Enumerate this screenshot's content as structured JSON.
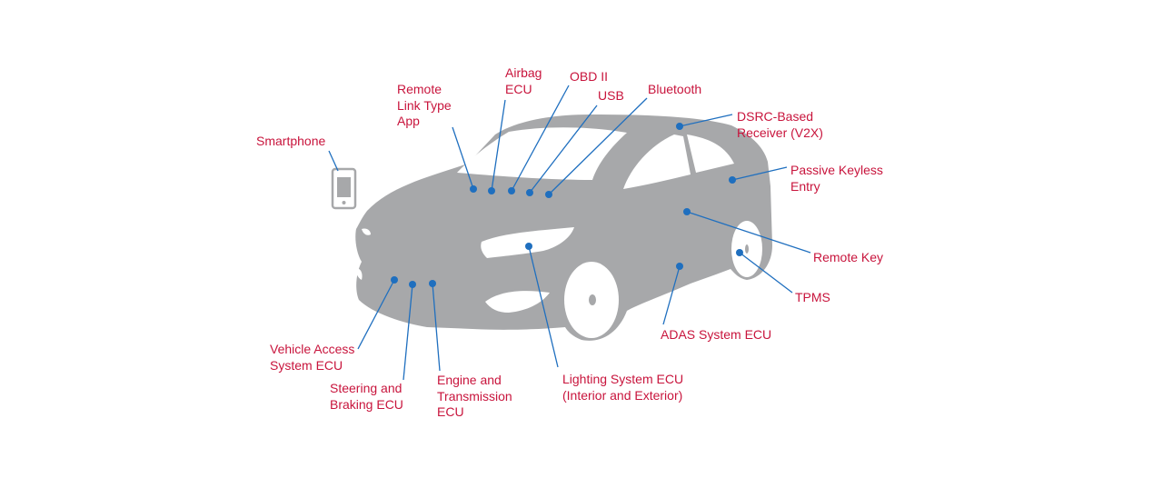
{
  "colors": {
    "label": "#c8143c",
    "dot": "#1f6fbf",
    "leader": "#1f6fbf",
    "car_body": "#a7a8aa",
    "window_glass": "#ffffff",
    "phone": "#a7a8aa"
  },
  "icons": {
    "device": "smartphone-icon",
    "vehicle": "car-illustration"
  },
  "labels": {
    "smartphone": [
      "Smartphone"
    ],
    "remote_link": [
      "Remote",
      "Link Type",
      "App"
    ],
    "airbag": [
      "Airbag",
      "ECU"
    ],
    "obd": [
      "OBD II"
    ],
    "usb": [
      "USB"
    ],
    "bluetooth": [
      "Bluetooth"
    ],
    "dsrc": [
      "DSRC-Based",
      "Receiver (V2X)"
    ],
    "passive_keyless": [
      "Passive Keyless",
      "Entry"
    ],
    "remote_key": [
      "Remote Key"
    ],
    "tpms": [
      "TPMS"
    ],
    "adas": [
      "ADAS System ECU"
    ],
    "lighting": [
      "Lighting System ECU",
      "(Interior and Exterior)"
    ],
    "engine": [
      "Engine and",
      "Transmission",
      "ECU"
    ],
    "steering": [
      "Steering and",
      "Braking ECU"
    ],
    "vehicle_access": [
      "Vehicle Access",
      "System ECU"
    ]
  }
}
